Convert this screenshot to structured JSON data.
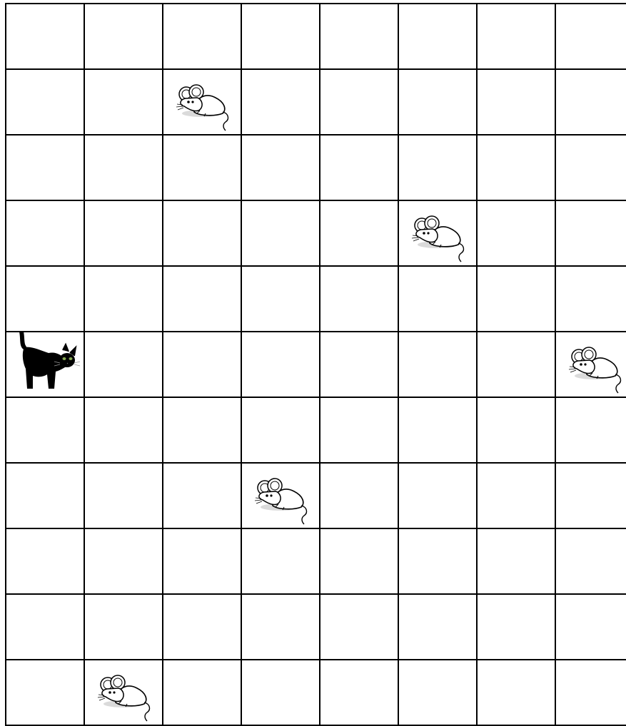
{
  "board": {
    "rows": 11,
    "columns": 8,
    "line_color": "#000000",
    "background_color": "#ffffff"
  },
  "pieces": [
    {
      "type": "cat",
      "icon": "cat-icon",
      "row": 5,
      "col": 0
    },
    {
      "type": "mouse",
      "icon": "mouse-icon",
      "row": 1,
      "col": 2
    },
    {
      "type": "mouse",
      "icon": "mouse-icon",
      "row": 3,
      "col": 5
    },
    {
      "type": "mouse",
      "icon": "mouse-icon",
      "row": 5,
      "col": 7
    },
    {
      "type": "mouse",
      "icon": "mouse-icon",
      "row": 7,
      "col": 3
    },
    {
      "type": "mouse",
      "icon": "mouse-icon",
      "row": 10,
      "col": 1
    }
  ]
}
